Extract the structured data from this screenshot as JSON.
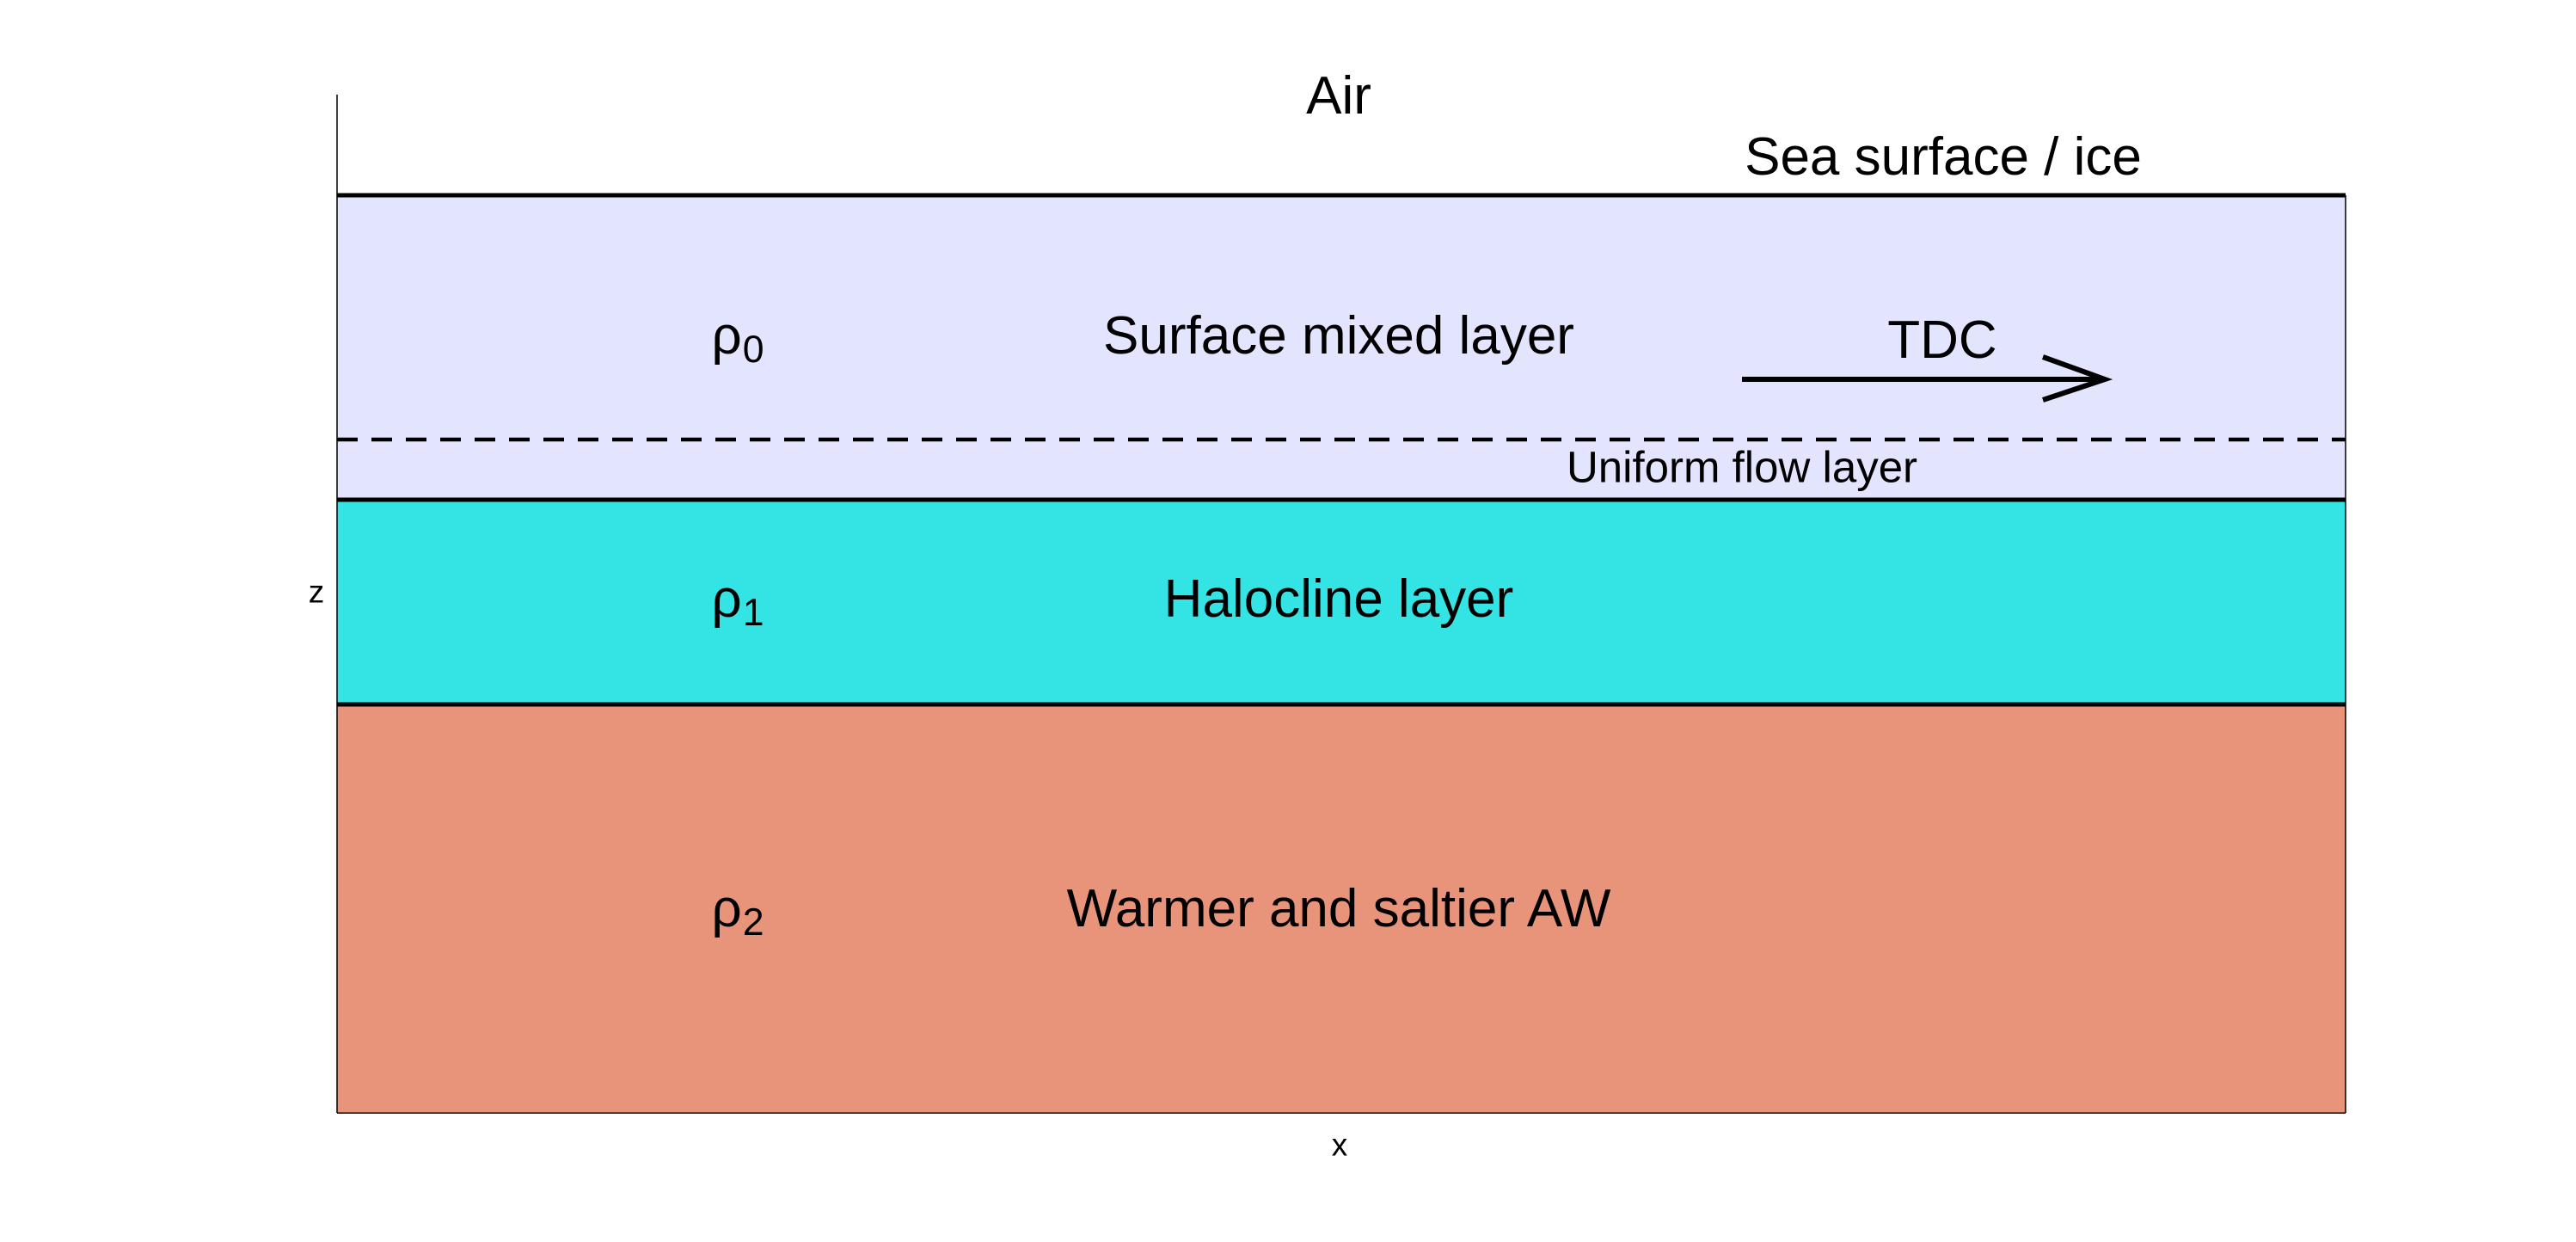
{
  "diagram": {
    "air_label": "Air",
    "surface_label": "Sea surface / ice",
    "x_axis_label": "x",
    "z_axis_label": "z",
    "arrow_label": "TDC",
    "uniform_flow_label": "Uniform flow layer",
    "layers": [
      {
        "name": "Surface mixed layer",
        "density_symbol": "ρ",
        "density_index": "0",
        "color": "#e3e4fd"
      },
      {
        "name": "Halocline layer",
        "density_symbol": "ρ",
        "density_index": "1",
        "color": "#34e3e4"
      },
      {
        "name": "Warmer and saltier AW",
        "density_symbol": "ρ",
        "density_index": "2",
        "color": "#e7947a"
      }
    ]
  }
}
